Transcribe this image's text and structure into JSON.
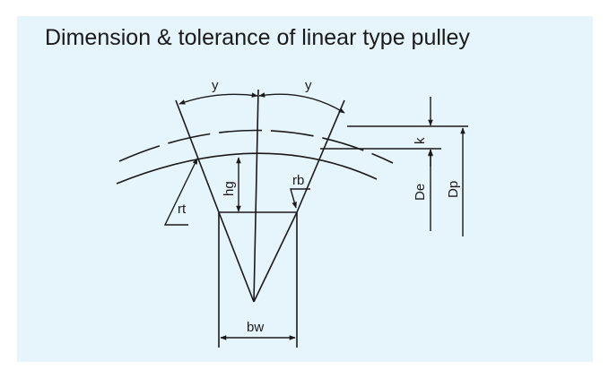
{
  "title": "Dimension & tolerance of linear type pulley",
  "labels": {
    "y_left": "y",
    "y_right": "y",
    "k": "k",
    "hg": "hg",
    "rb": "rb",
    "rt": "rt",
    "de": "De",
    "dp": "Dp",
    "bw": "bw"
  },
  "colors": {
    "panel_background": "#e6f4fb",
    "ink": "#1a1a1a"
  }
}
